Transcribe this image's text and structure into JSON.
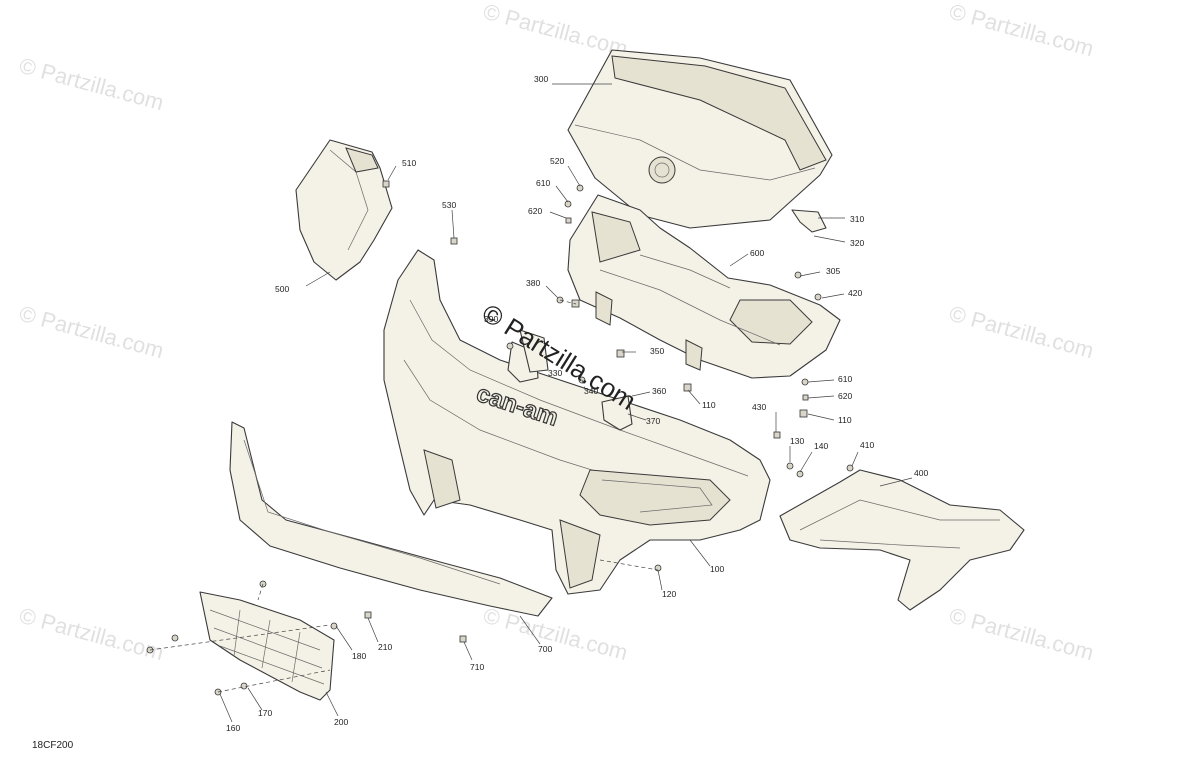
{
  "watermark": {
    "text": "© Partzilla.com",
    "center_text": "© Partzilla.com"
  },
  "diagram_id": "18CF200",
  "callouts": {
    "c300": "300",
    "c310": "310",
    "c320": "320",
    "c305": "305",
    "c510": "510",
    "c500": "500",
    "c530": "530",
    "c520": "520",
    "c610a": "610",
    "c620a": "620",
    "c600": "600",
    "c420": "420",
    "c380": "380",
    "c390": "390",
    "c330": "330",
    "c350": "350",
    "c340": "340",
    "c360": "360",
    "c370": "370",
    "c110a": "110",
    "c610b": "610",
    "c620b": "620",
    "c110b": "110",
    "c430": "430",
    "c130": "130",
    "c140": "140",
    "c410": "410",
    "c400": "400",
    "c100": "100",
    "c120": "120",
    "c700": "700",
    "c710": "710",
    "c210": "210",
    "c180": "180",
    "c170": "170",
    "c160": "160",
    "c200": "200"
  },
  "logo_text": "can-am"
}
